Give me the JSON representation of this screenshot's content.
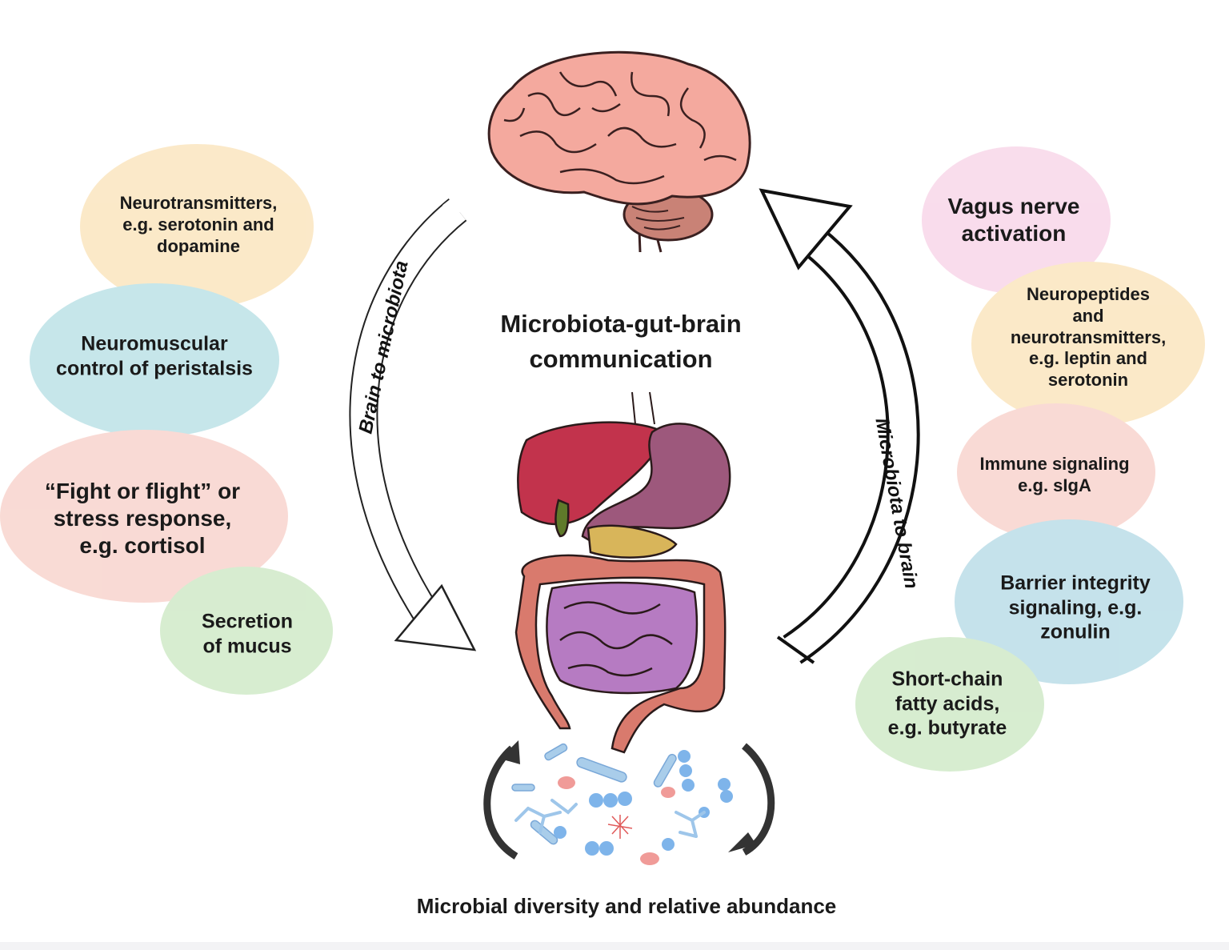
{
  "title": "Microbiota-gut-brain\ncommunication",
  "caption": "Microbial diversity and relative abundance",
  "arrows": {
    "left": "Brain to microbiota",
    "right": "Microbiota to brain"
  },
  "left_bubbles": [
    {
      "text": "Neurotransmitters,\ne.g. serotonin and\ndopamine",
      "color": "#fbe8c6"
    },
    {
      "text": "Neuromuscular\ncontrol of peristalsis",
      "color": "#c4e5e9"
    },
    {
      "text": "“Fight or flight” or\nstress response,\ne.g. cortisol",
      "color": "#f9d9d3"
    },
    {
      "text": "Secretion\nof mucus",
      "color": "#d5ecce"
    }
  ],
  "right_bubbles": [
    {
      "text": "Vagus nerve\nactivation",
      "color": "#f9dbeb"
    },
    {
      "text": "Neuropeptides\nand neurotransmitters,\ne.g. leptin and serotonin",
      "color": "#fbe8c6"
    },
    {
      "text": "Immune signaling\ne.g. sIgA",
      "color": "#f9d9d3"
    },
    {
      "text": "Barrier integrity\nsignaling, e.g.\nzonulin",
      "color": "#c2e1ea"
    },
    {
      "text": "Short-chain\nfatty acids,\ne.g. butyrate",
      "color": "#d5ecce"
    }
  ]
}
